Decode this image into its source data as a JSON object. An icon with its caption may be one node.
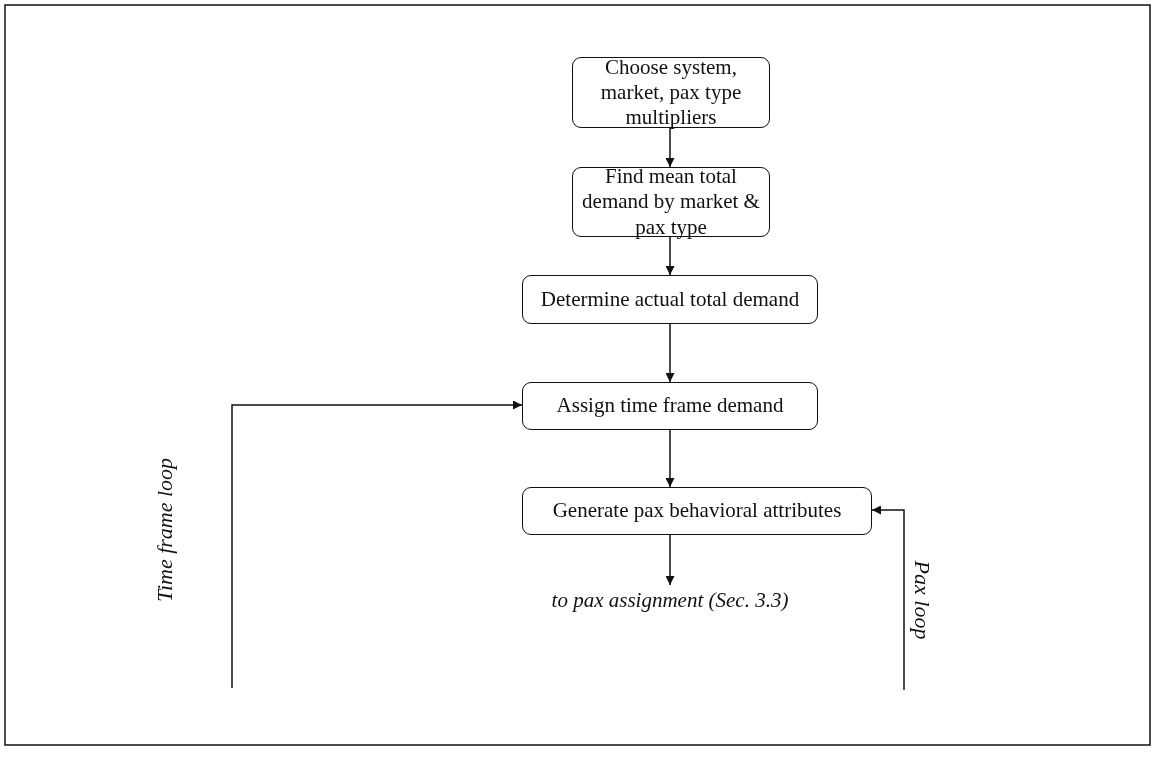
{
  "diagram": {
    "nodes": [
      {
        "text": [
          "Choose system, market, pax type multipliers"
        ]
      },
      {
        "text": [
          "Find mean total demand by market & pax type"
        ]
      },
      {
        "text": [
          "Determine actual total demand"
        ]
      },
      {
        "text": [
          "Assign time frame demand"
        ]
      },
      {
        "text": [
          "Generate pax behavioral attributes"
        ]
      },
      {
        "text": [
          "to pax assignment (Sec. 3.3)"
        ]
      }
    ],
    "edges": [
      {
        "from": 0,
        "to": 1,
        "arrow": "to"
      },
      {
        "from": 1,
        "to": 2,
        "arrow": "to"
      },
      {
        "from": 2,
        "to": 3,
        "arrow": "to"
      },
      {
        "from": 3,
        "to": 4,
        "arrow": "to"
      },
      {
        "from": 4,
        "to": 5,
        "arrow": "to"
      },
      {
        "from": null,
        "to": 3,
        "arrow": "to",
        "label": "Time frame loop"
      },
      {
        "from": null,
        "to": 4,
        "arrow": "to",
        "label": "Pax loop"
      }
    ]
  }
}
